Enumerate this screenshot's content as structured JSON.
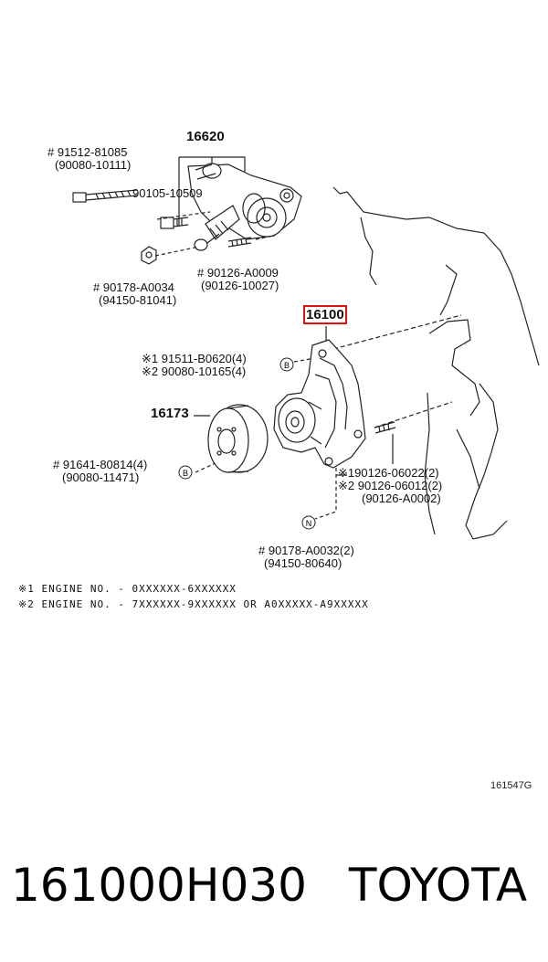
{
  "diagram": {
    "callouts": [
      {
        "id": "c1",
        "lines": [
          "# 91512-81085",
          "(90080-10111)"
        ]
      },
      {
        "id": "c2",
        "lines": [
          "16620"
        ],
        "bold": true
      },
      {
        "id": "c3",
        "lines": [
          "90105-10509"
        ]
      },
      {
        "id": "c4",
        "lines": [
          "# 90178-A0034",
          "(94150-81041)"
        ]
      },
      {
        "id": "c5",
        "lines": [
          "# 90126-A0009",
          "(90126-10027)"
        ]
      },
      {
        "id": "c6",
        "lines": [
          "16100"
        ],
        "bold": true,
        "highlight": true
      },
      {
        "id": "c7",
        "lines": [
          "※1 91511-B0620(4)",
          "※2 90080-10165(4)"
        ]
      },
      {
        "id": "c8",
        "lines": [
          "16173"
        ],
        "bold": true
      },
      {
        "id": "c9",
        "lines": [
          "# 91641-80814(4)",
          "(90080-11471)"
        ]
      },
      {
        "id": "c10",
        "lines": [
          "※190126-06022(2)",
          "※2 90126-06012(2)",
          "(90126-A0002)"
        ]
      },
      {
        "id": "c11",
        "lines": [
          "# 90178-A0032(2)",
          "(94150-80640)"
        ]
      }
    ],
    "markers": [
      "B",
      "B",
      "N"
    ],
    "notes": [
      "※1 ENGINE NO. - 0XXXXXX-6XXXXXX",
      "※2 ENGINE NO. - 7XXXXXX-9XXXXXX OR A0XXXXX-A9XXXXX"
    ],
    "figure_code": "161547G"
  },
  "footer": {
    "part_number": "161000H030",
    "brand": "TOYOTA"
  }
}
